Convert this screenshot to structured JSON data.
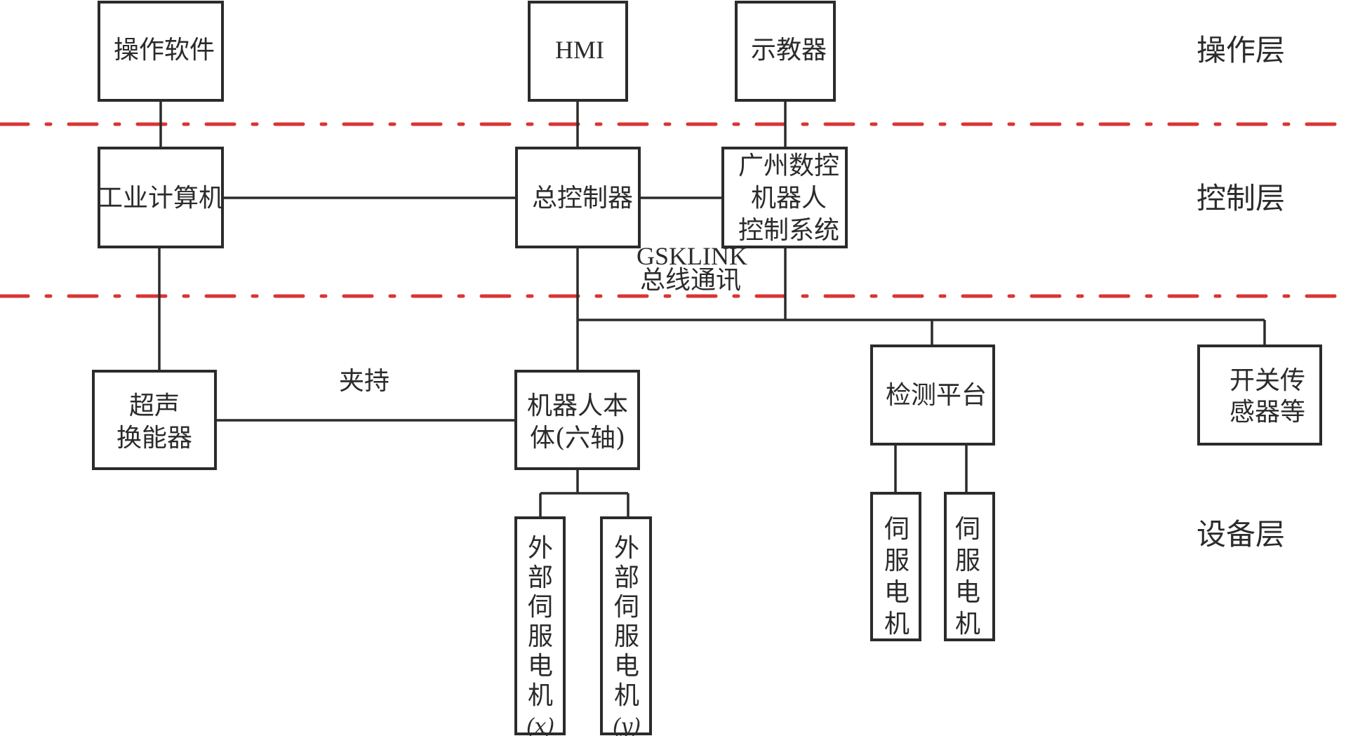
{
  "layers": {
    "operation": "操作层",
    "control": "控制层",
    "device": "设备层"
  },
  "nodes": {
    "operation_software": [
      "操作软件"
    ],
    "hmi": [
      "HMI"
    ],
    "teach_pendant": [
      "示教器"
    ],
    "industrial_computer": [
      "工业计算机"
    ],
    "master_controller": [
      "总控制器"
    ],
    "gsk_robot_control": [
      "广州数控",
      "机器人",
      "控制系统"
    ],
    "ultrasonic_transducer": [
      "超声",
      "换能器"
    ],
    "robot_body": [
      "机器人本",
      "体(六轴)"
    ],
    "inspection_platform": [
      "检测平台"
    ],
    "switch_sensors": [
      "开关传",
      "感器等"
    ],
    "external_servo_x": [
      "外",
      "部",
      "伺",
      "服",
      "电",
      "机",
      "(x)"
    ],
    "external_servo_y": [
      "外",
      "部",
      "伺",
      "服",
      "电",
      "机",
      "(y)"
    ],
    "servo_motor_1": [
      "伺",
      "服",
      "电",
      "机"
    ],
    "servo_motor_2": [
      "伺",
      "服",
      "电",
      "机"
    ]
  },
  "edge_labels": {
    "clamp": "夹持",
    "bus_line1": "GSKLINK",
    "bus_line2": "总线通讯"
  },
  "colors": {
    "line": "#2b2b2b",
    "layer_separator": "#d93434"
  }
}
